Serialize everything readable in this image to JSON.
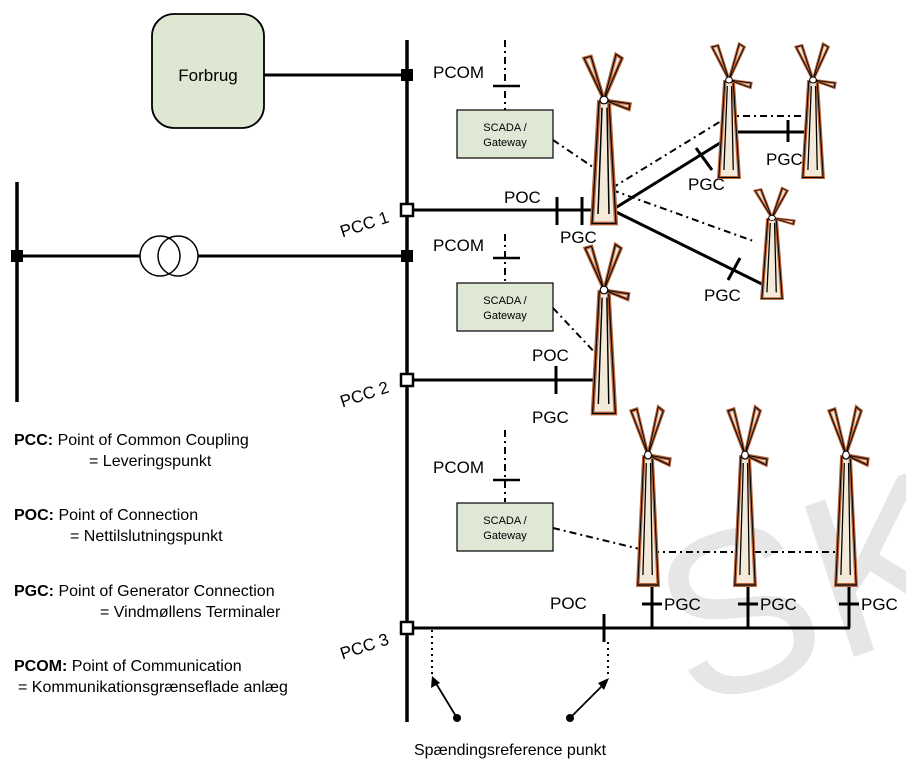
{
  "diagram": {
    "load_label": "Forbrug",
    "pcc_labels": [
      "PCC 1",
      "PCC 2",
      "PCC 3"
    ],
    "pcom_label": "PCOM",
    "scada_line1": "SCADA /",
    "scada_line2": "Gateway",
    "poc_label": "POC",
    "pgc_label": "PGC",
    "voltage_ref_label": "Spændingsreference punkt",
    "watermark": "SK"
  },
  "legend": [
    {
      "abbr": "PCC:",
      "name": "Point of Common Coupling",
      "definition": "= Leveringspunkt"
    },
    {
      "abbr": "POC:",
      "name": "Point of Connection",
      "definition": "= Nettilslutningspunkt"
    },
    {
      "abbr": "PGC:",
      "name": "Point of Generator Connection",
      "definition": "= Vindmøllens Terminaler"
    },
    {
      "abbr": "PCOM:",
      "name": "Point of Communication",
      "definition": "= Kommunikationsgrænseflade anlæg"
    }
  ],
  "colors": {
    "line": "#000000",
    "load_fill": "#dde7d2",
    "scada_fill": "#dfe8d4",
    "turbine_body": "#f4ead9",
    "turbine_outline": "#b8643a",
    "watermark": "#e6e6e6"
  }
}
